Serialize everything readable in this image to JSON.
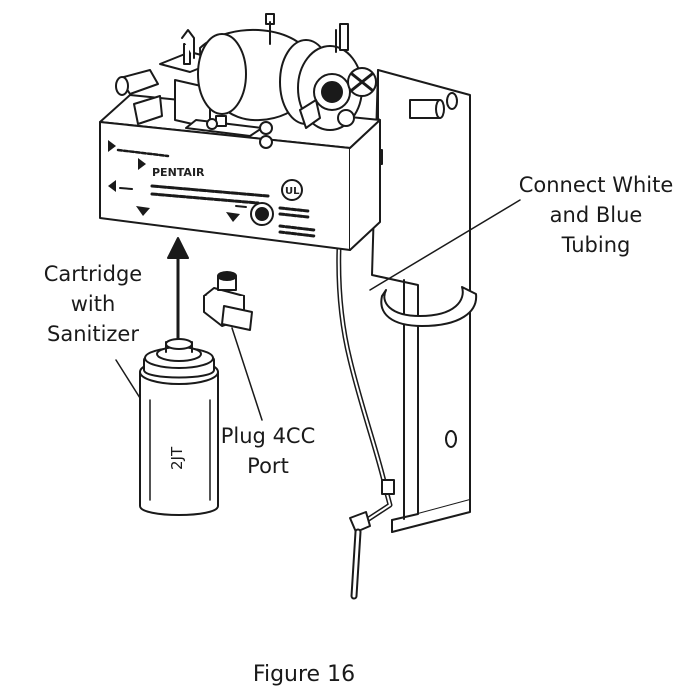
{
  "labels": {
    "connect_tubing": [
      "Connect White",
      "and Blue",
      "Tubing"
    ],
    "cartridge": [
      "Cartridge",
      "with",
      "Sanitizer"
    ],
    "plug_port": [
      "Plug 4CC",
      "Port"
    ]
  },
  "device": {
    "brand": "PENTAIR",
    "cartridge_marking": "2JT",
    "certification_mark": "UL"
  },
  "caption": "Figure 16",
  "colors": {
    "ink": "#1a1a1a",
    "background": "#ffffff"
  },
  "icons": [
    "up-arrow-icon",
    "ul-logo-icon"
  ]
}
